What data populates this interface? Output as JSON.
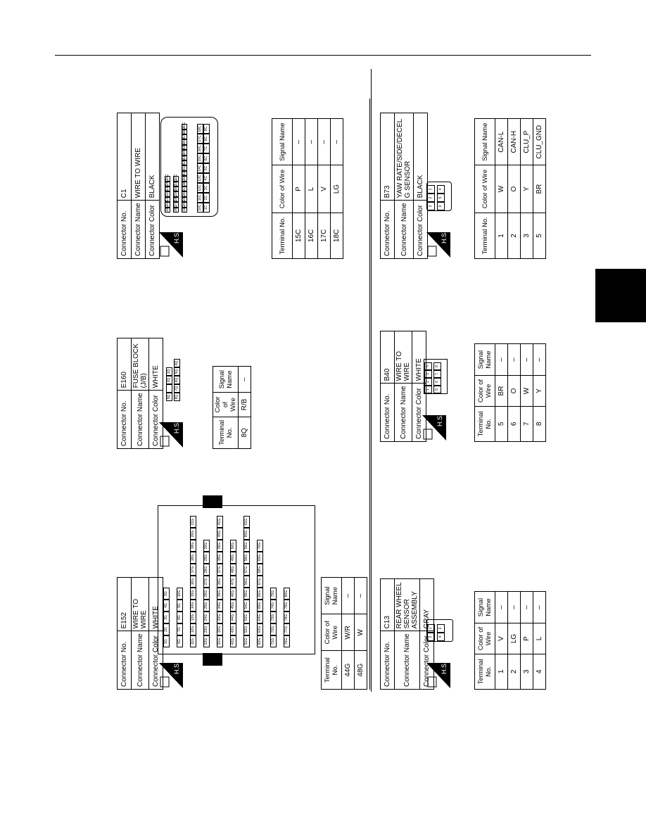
{
  "labels": {
    "connector_no": "Connector No.",
    "connector_name": "Connector Name",
    "connector_color": "Connector Color",
    "terminal_no": "Terminal No.",
    "color_of_wire": "Color of Wire",
    "signal_name": "Signal Name",
    "hs": "H.S."
  },
  "e152": {
    "no": "E152",
    "name": "WIRE TO WIRE",
    "color": "WHITE",
    "rows": [
      {
        "t": "44G",
        "c": "W/R",
        "s": "–"
      },
      {
        "t": "48G",
        "c": "W",
        "s": "–"
      }
    ]
  },
  "e160": {
    "no": "E160",
    "name": "FUSE BLOCK (J/B)",
    "color": "WHITE",
    "rows": [
      {
        "t": "8Q",
        "c": "R/B",
        "s": "–"
      }
    ]
  },
  "c1": {
    "no": "C1",
    "name": "WIRE TO WIRE",
    "color": "BLACK",
    "rows": [
      {
        "t": "15C",
        "c": "P",
        "s": "–"
      },
      {
        "t": "16C",
        "c": "L",
        "s": "–"
      },
      {
        "t": "17C",
        "c": "V",
        "s": "–"
      },
      {
        "t": "18C",
        "c": "LG",
        "s": "–"
      }
    ]
  },
  "c13": {
    "no": "C13",
    "name": "REAR WHEEL SENSOR ASSEMBLY",
    "color": "GRAY",
    "rows": [
      {
        "t": "1",
        "c": "V",
        "s": "–"
      },
      {
        "t": "2",
        "c": "LG",
        "s": "–"
      },
      {
        "t": "3",
        "c": "P",
        "s": "–"
      },
      {
        "t": "4",
        "c": "L",
        "s": "–"
      }
    ]
  },
  "b40": {
    "no": "B40",
    "name": "WIRE TO WIRE",
    "color": "WHITE",
    "rows": [
      {
        "t": "5",
        "c": "BR",
        "s": "–"
      },
      {
        "t": "6",
        "c": "O",
        "s": "–"
      },
      {
        "t": "7",
        "c": "W",
        "s": "–"
      },
      {
        "t": "8",
        "c": "Y",
        "s": "–"
      }
    ]
  },
  "b73": {
    "no": "B73",
    "name": "YAW RATE/SIDE/DECEL G SENSOR",
    "color": "BLACK",
    "rows": [
      {
        "t": "1",
        "c": "W",
        "s": "CAN-L"
      },
      {
        "t": "2",
        "c": "O",
        "s": "CAN-H"
      },
      {
        "t": "3",
        "c": "Y",
        "s": "CLU_P"
      },
      {
        "t": "5",
        "c": "BR",
        "s": "CLU_GND"
      }
    ]
  },
  "pins": {
    "e152": [
      [
        "1G",
        "2G",
        "3G",
        "4G",
        "5G"
      ],
      [
        "6G",
        "7G",
        "8G",
        "9G",
        "10G"
      ],
      [
        "11G",
        "12G",
        "13G",
        "14G",
        "15G",
        "16G",
        "17G",
        "18G",
        "19G",
        "20G",
        "21G"
      ],
      [
        "22G",
        "23G",
        "24G",
        "25G",
        "26G",
        "27G",
        "28G",
        "29G",
        "30G"
      ],
      [
        "31G",
        "32G",
        "33G",
        "34G",
        "35G",
        "36G",
        "37G",
        "38G",
        "39G",
        "40G",
        "41G"
      ],
      [
        "42G",
        "43G",
        "44G",
        "45G",
        "46G",
        "47G",
        "48G",
        "49G",
        "50G"
      ],
      [
        "51G",
        "52G",
        "53G",
        "54G",
        "55G",
        "56G",
        "57G",
        "58G",
        "59G",
        "60G",
        "61G"
      ],
      [
        "62G",
        "63G",
        "64G",
        "65G",
        "66G",
        "67G",
        "68G",
        "69G",
        "70G"
      ],
      [
        "71G",
        "72G",
        "73G",
        "74G",
        "75G"
      ],
      [
        "76G",
        "77G",
        "78G",
        "79G",
        "80G"
      ]
    ],
    "e160": [
      [
        "5Q",
        "",
        "2Q",
        "1Q"
      ],
      [
        "8Q",
        "7Q",
        "6Q",
        "5Q",
        "4Q"
      ]
    ],
    "c1": [
      [
        "10C",
        "1C"
      ],
      [
        "11C",
        "2C"
      ],
      [
        "12C",
        "3C"
      ],
      [
        "13C",
        "4C"
      ],
      [
        "14C",
        "5C"
      ],
      [
        "15C",
        "6C"
      ],
      [
        "16C",
        "7C"
      ],
      [
        "17C",
        "8C"
      ],
      [
        "18C",
        "9C"
      ],
      [
        "19C",
        "20C",
        "21C",
        "22C",
        "23C",
        "24C",
        "25C"
      ],
      [
        "26C",
        "27C",
        "28C",
        "29C",
        "30C",
        "31C",
        "32C"
      ],
      [
        "33C",
        "34C",
        "35C",
        "36C",
        "37C",
        "38C",
        "39C",
        "40C",
        "41C",
        "42C",
        "43C",
        "44C",
        "45C",
        "46C",
        "47C",
        "48C",
        "49C"
      ]
    ],
    "c13": [
      "2",
      "1",
      "4",
      "3"
    ],
    "b40": [
      "1",
      "2",
      "3",
      "4",
      "5",
      "6",
      "7",
      "8"
    ],
    "b73": [
      "3",
      "2",
      "1",
      "6",
      "5",
      "4"
    ]
  }
}
